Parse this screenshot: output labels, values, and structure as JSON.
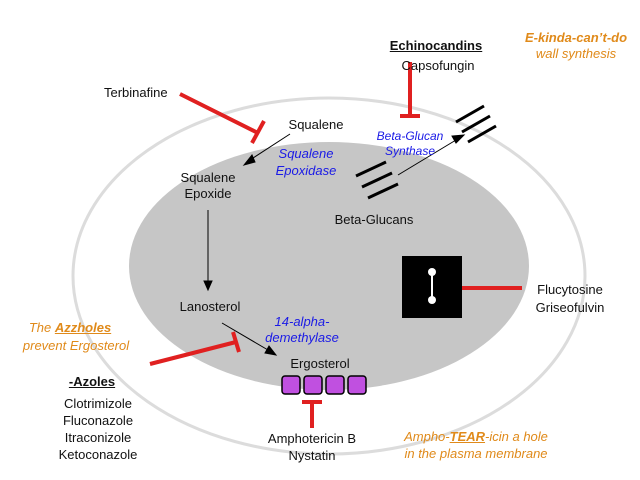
{
  "echinocandins": {
    "class_label": "Echinocandins",
    "drug": "Capsofungin",
    "mnemonic_line1": "E-kinda-can’t-do",
    "mnemonic_line2": "wall synthesis"
  },
  "terbinafine": {
    "label": "Terbinafine"
  },
  "pathway": {
    "squalene": "Squalene",
    "squalene_epoxide_line1": "Squalene",
    "squalene_epoxide_line2": "Epoxide",
    "lanosterol": "Lanosterol",
    "ergosterol": "Ergosterol",
    "beta_glucans": "Beta-Glucans"
  },
  "enzymes": {
    "squalene_epoxidase_line1": "Squalene",
    "squalene_epoxidase_line2": "Epoxidase",
    "beta_glucan_synthase_line1": "Beta-Glucan",
    "beta_glucan_synthase_line2": "Synthase",
    "demethylase_line1": "14-alpha-",
    "demethylase_line2": "demethylase"
  },
  "flucytosine": {
    "line1": "Flucytosine",
    "line2": "Griseofulvin"
  },
  "azoles": {
    "mnemonic_pre": "The ",
    "mnemonic_word": "Azzholes",
    "mnemonic_line2": "prevent Ergosterol",
    "class_label": "-Azoles",
    "drugs": [
      "Clotrimizole",
      "Fluconazole",
      "Itraconizole",
      "Ketoconazole"
    ]
  },
  "amphotericin": {
    "line1": "Amphotericin B",
    "line2": "Nystatin",
    "mnemonic_pre": "Ampho-",
    "mnemonic_word": "TEAR",
    "mnemonic_post": "-icin a hole",
    "mnemonic_line2": "in the plasma membrane"
  },
  "colors": {
    "cell_fill": "#c6c6c6",
    "cell_border": "#dcdcdc",
    "inhibitor_red": "#e02020",
    "enzyme_blue": "#1a1ae6",
    "mnemonic_orange": "#e08a1a",
    "pore_purple": "#c050e0",
    "nucleus_black": "#000000"
  }
}
